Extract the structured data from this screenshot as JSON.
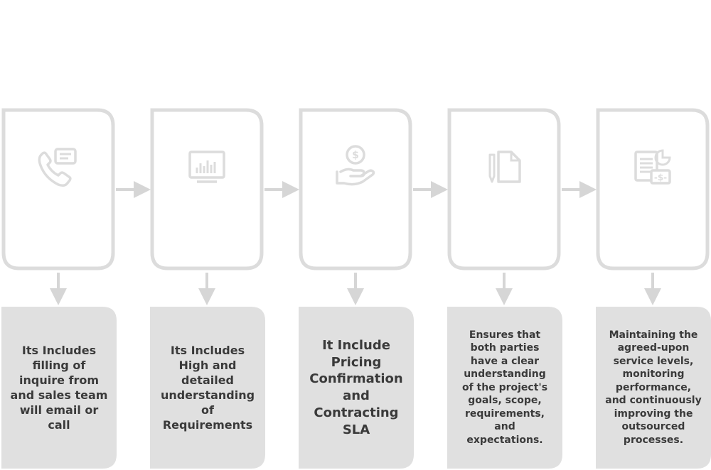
{
  "heading": {
    "segments": [
      "",
      "",
      "",
      "",
      ""
    ]
  },
  "colors": {
    "card_border": "#dcdcdc",
    "arrow": "#d6d6d6",
    "desc_fill": "#e0e0e0",
    "desc_text": "#3a3a3a"
  },
  "steps": [
    {
      "icon": "phone-chat-icon",
      "label": "",
      "description": "Its Includes\nfilling of\ninquire from\nand sales team\nwill email or\ncall"
    },
    {
      "icon": "monitor-chart-icon",
      "label": "",
      "description": "Its Includes\nHigh and\ndetailed\nunderstanding\nof\nRequirements"
    },
    {
      "icon": "hand-coin-icon",
      "label": "",
      "description": "It Include\nPricing\nConfirmation\nand\nContracting\nSLA"
    },
    {
      "icon": "document-pencil-icon",
      "label": "",
      "description": "Ensures that\nboth parties\nhave a clear\nunderstanding\nof the project's\ngoals, scope,\nrequirements,\nand\nexpectations."
    },
    {
      "icon": "report-dollar-icon",
      "label": "",
      "description": "Maintaining the\nagreed-upon\nservice levels,\nmonitoring\nperformance,\nand continuously\nimproving the\noutsourced\nprocesses."
    }
  ]
}
